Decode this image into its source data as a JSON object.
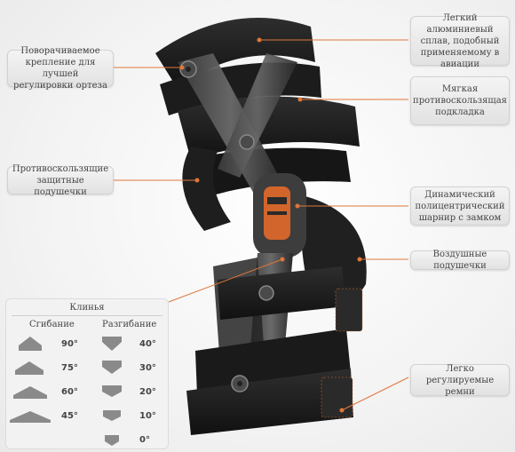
{
  "callouts": {
    "swivel": "Поворачиваемое крепление для лучшей регулировки ортеза",
    "alloy": "Легкий алюминиевый сплав, подобный применяемому в авиации",
    "soft_pad": "Мягкая противоскользящая подкладка",
    "protective_pads": "Противоскользящие защитные подушечки",
    "hinge": "Динамический полицентрический шарнир с замком",
    "air_pads": "Воздушные подушечки",
    "straps": "Легко регулируемые ремни"
  },
  "wedges": {
    "title": "Клинья",
    "flexion_label": "Сгибание",
    "extension_label": "Разгибание",
    "flexion": [
      "90°",
      "75°",
      "60°",
      "45°"
    ],
    "extension": [
      "40°",
      "30°",
      "20°",
      "10°",
      "0°"
    ]
  },
  "colors": {
    "leader_line": "#e0763a",
    "frame": "#2b2b2b",
    "strap": "#1a1a1a",
    "accent_orange": "#d2652b"
  }
}
